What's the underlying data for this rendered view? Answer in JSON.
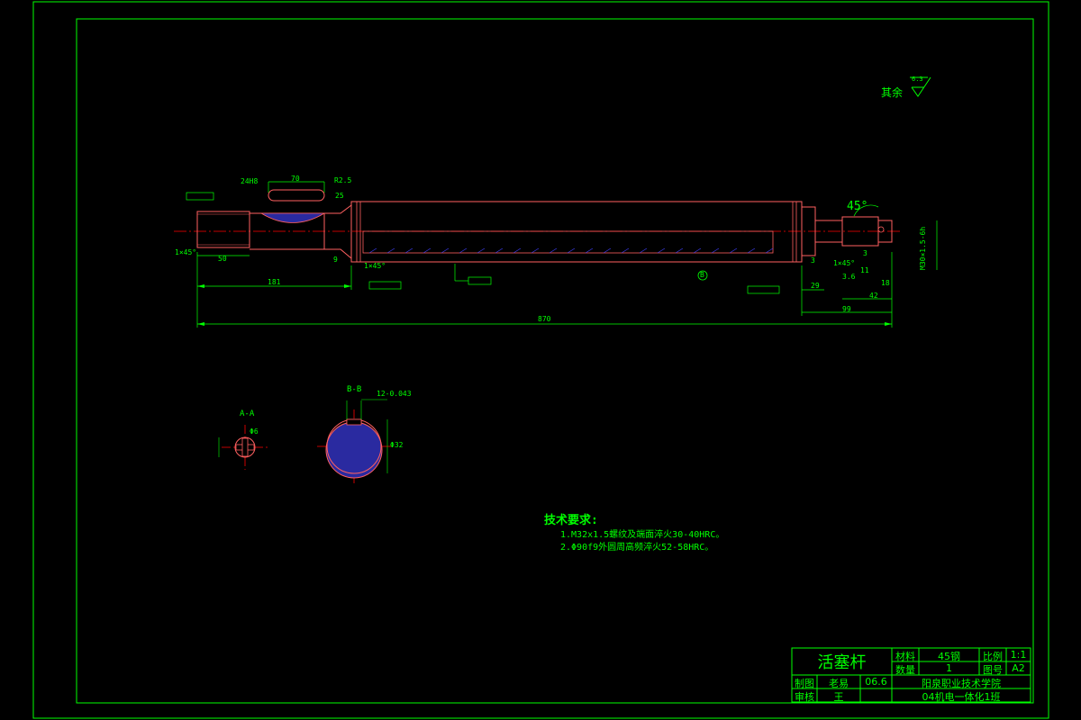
{
  "colors": {
    "background": "#000000",
    "frame": "#00ff00",
    "outline": "#ff6060",
    "centerline": "#ff0000",
    "hatch": "#4040ff",
    "dimension": "#00ff00",
    "text": "#00ff00"
  },
  "surface_note": {
    "label": "其余",
    "roughness": "6.3"
  },
  "dimensions": {
    "overall": "870",
    "left_section": "181",
    "thread_len": "50",
    "ninety_nine": "99",
    "seventy": "70",
    "twenty_nine": "29",
    "forty_two": "42",
    "chamfer_left": "1×45°",
    "chamfer_mid": "1×45°",
    "chamfer_right": "1×45°",
    "keyway": "24H8",
    "radius": "R2.5",
    "angle": "45°",
    "small_3": "3",
    "small_9": "9",
    "small_11": "11",
    "small_25": "25",
    "small_18": "18",
    "small_3_6": "3.6",
    "small_3b": "3",
    "thread_right": "M30×1.5-6h",
    "section_b_label": "B"
  },
  "sections": {
    "a_a": {
      "title": "A-A",
      "dim": "Φ6"
    },
    "b_b": {
      "title": "B-B",
      "dim": "12-0.043",
      "dia": "Φ32"
    }
  },
  "tech_requirements": {
    "title": "技术要求:",
    "items": [
      "1.M32x1.5螺纹及端面淬火30-40HRC。",
      "2.Φ90f9外圆周高频淬火52-58HRC。"
    ]
  },
  "title_block": {
    "part_name": "活塞杆",
    "material_label": "材料",
    "material_value": "45钢",
    "scale_label": "比例",
    "scale_value": "1:1",
    "qty_label": "数量",
    "qty_value": "1",
    "drawing_no_label": "图号",
    "drawing_no_value": "A2",
    "drawn_label": "制图",
    "drawn_name": "老易",
    "drawn_date": "06.6",
    "checked_label": "审核",
    "checked_name": "王",
    "school": "阳泉职业技术学院",
    "class_name": "04机电一体化1班"
  }
}
